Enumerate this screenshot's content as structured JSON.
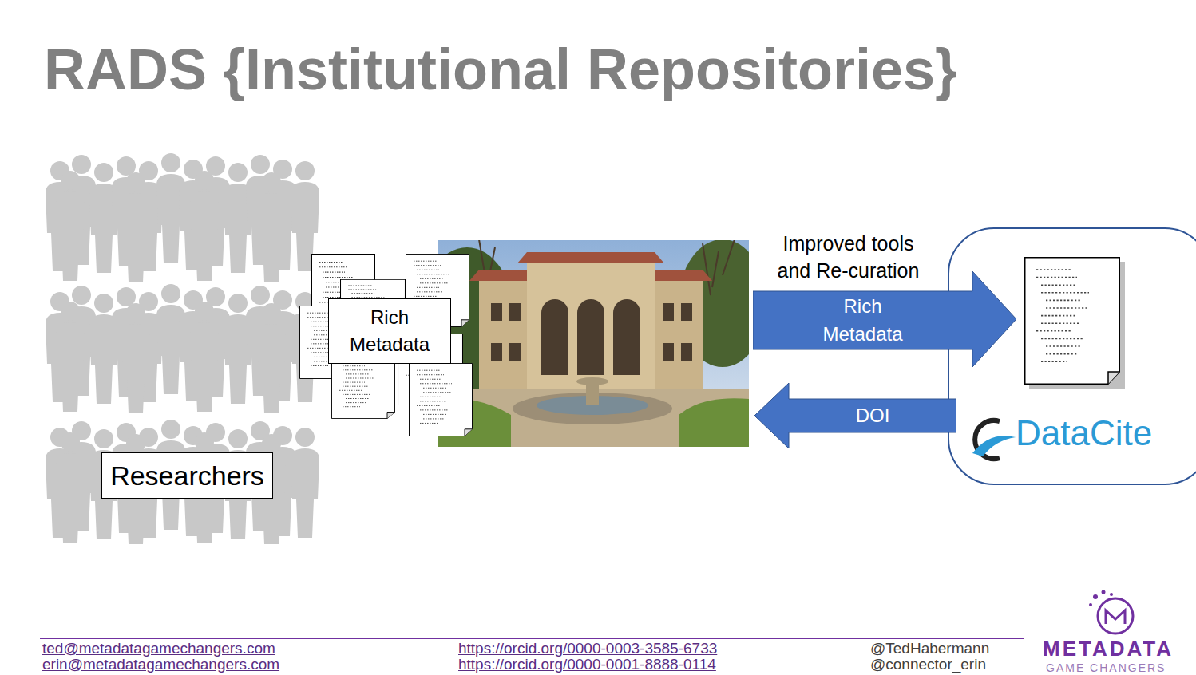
{
  "diagram": {
    "title": "RADS {Institutional Repositories}",
    "nodes": [
      {
        "text": [
          "Researchers"
        ]
      },
      {
        "text": [
          "Rich Metadata"
        ]
      },
      {
        "text": [
          "Rich Metadata"
        ]
      },
      {
        "text": [
          "DOI"
        ]
      },
      {
        "text": [
          "DataCite"
        ]
      }
    ],
    "labels": [
      "Improved tools and Re-curation",
      "ted@metadatagamechangers.com",
      "erin@metadatagamechangers.com",
      "https://orcid.org/0000-0003-3585-6733",
      "https://orcid.org/0000-0001-8888-0114",
      "@TedHabermann",
      "@connector_erin",
      "METADATA",
      "GAME CHANGERS"
    ]
  }
}
